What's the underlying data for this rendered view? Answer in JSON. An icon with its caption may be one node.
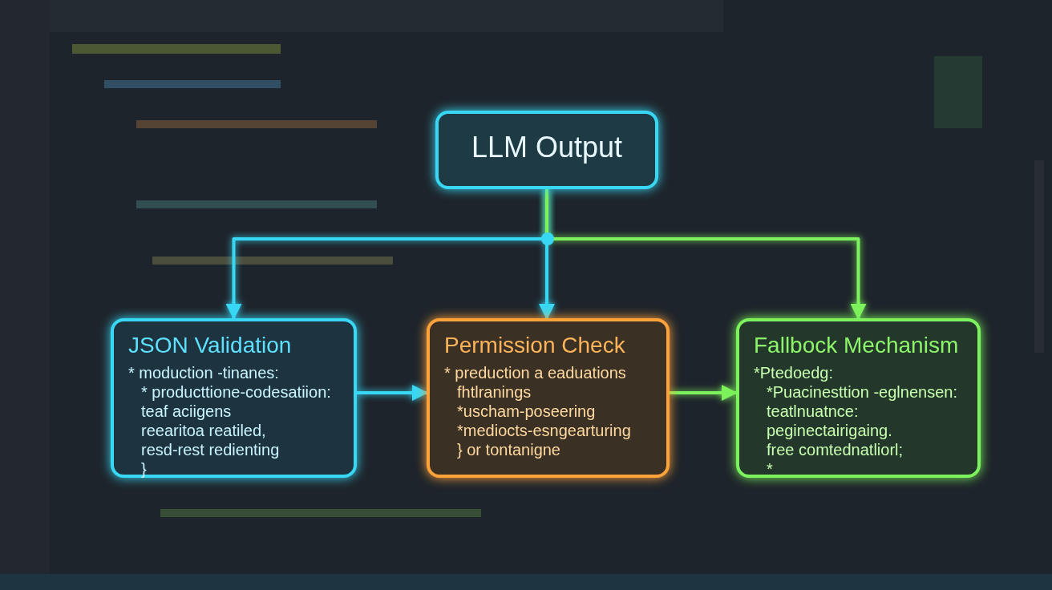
{
  "diagram": {
    "nodes": [
      {
        "text": [
          "LLM Output"
        ]
      },
      {
        "text": [
          "JSON Validation",
          "* moduction -tinanes:",
          "* producttione-codesatiion:",
          "teaf aciigens",
          "reearitoa reatiled,",
          "resd-rest redienting",
          "}"
        ]
      },
      {
        "text": [
          "Permission Check",
          "* preduction a eaduations",
          "fhtlranings",
          "*uscham-poseering",
          "*mediocts-esngearturing",
          "} or tontanigne"
        ]
      },
      {
        "text": [
          "Fallbock Mechanism",
          "*Ptedoedg:",
          "*Puacinesttion -eglnensen:",
          "teatlnuatnce:",
          "peginectairigaing.",
          "free comtednatliorl;",
          "*"
        ]
      }
    ],
    "edges": [
      {
        "from": 0,
        "to": 1,
        "arrow": "to"
      },
      {
        "from": 0,
        "to": 2,
        "arrow": "to"
      },
      {
        "from": 0,
        "to": 3,
        "arrow": "to",
        "color": "#7cf25c"
      },
      {
        "from": 1,
        "to": 2,
        "arrow": "to"
      },
      {
        "from": 2,
        "to": 3,
        "arrow": "to",
        "color": "#7cf25c"
      }
    ]
  }
}
